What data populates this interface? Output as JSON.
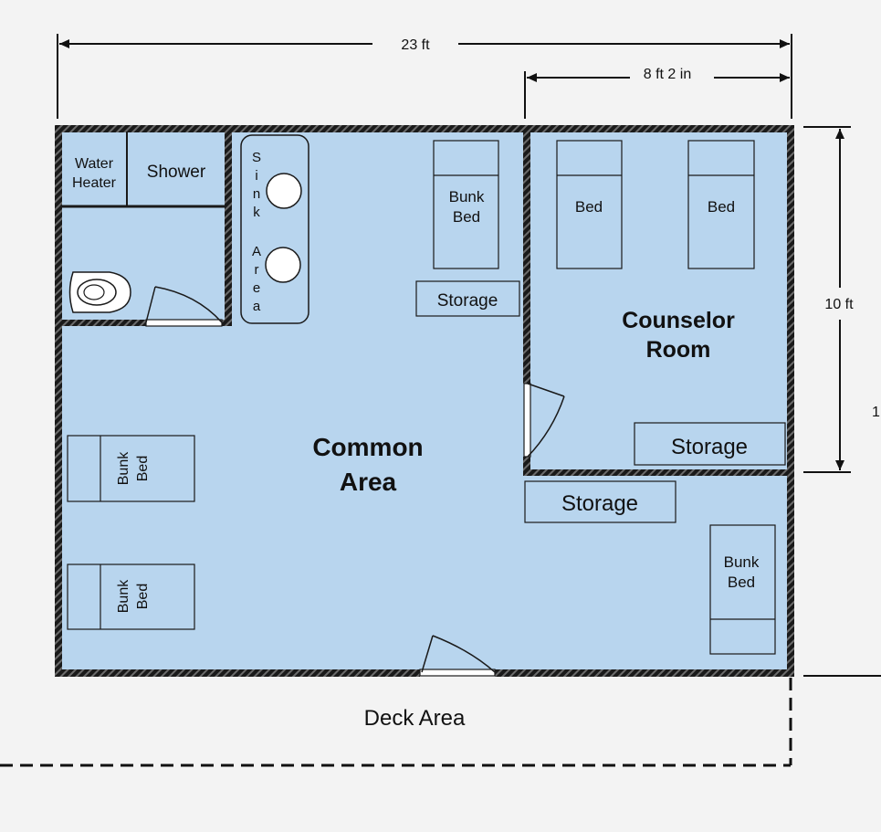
{
  "dimensions": {
    "overall_width": "23 ft",
    "counselor_width": "8 ft 2 in",
    "counselor_depth": "10 ft",
    "right_partial": "1"
  },
  "rooms": {
    "common_area": [
      "Common",
      "Area"
    ],
    "counselor_room": [
      "Counselor",
      "Room"
    ],
    "deck_area": "Deck Area"
  },
  "fixtures": {
    "water_heater": [
      "Water",
      "Heater"
    ],
    "shower": "Shower",
    "sink_area": [
      "S",
      "i",
      "n",
      "k",
      "A",
      "r",
      "e",
      "a"
    ],
    "bunk_bed": [
      "Bunk",
      "Bed"
    ],
    "bed": "Bed",
    "storage": "Storage"
  },
  "colors": {
    "floor": "#b8d5ee",
    "wall": "#1a1a1a",
    "background": "#f3f3f3"
  }
}
